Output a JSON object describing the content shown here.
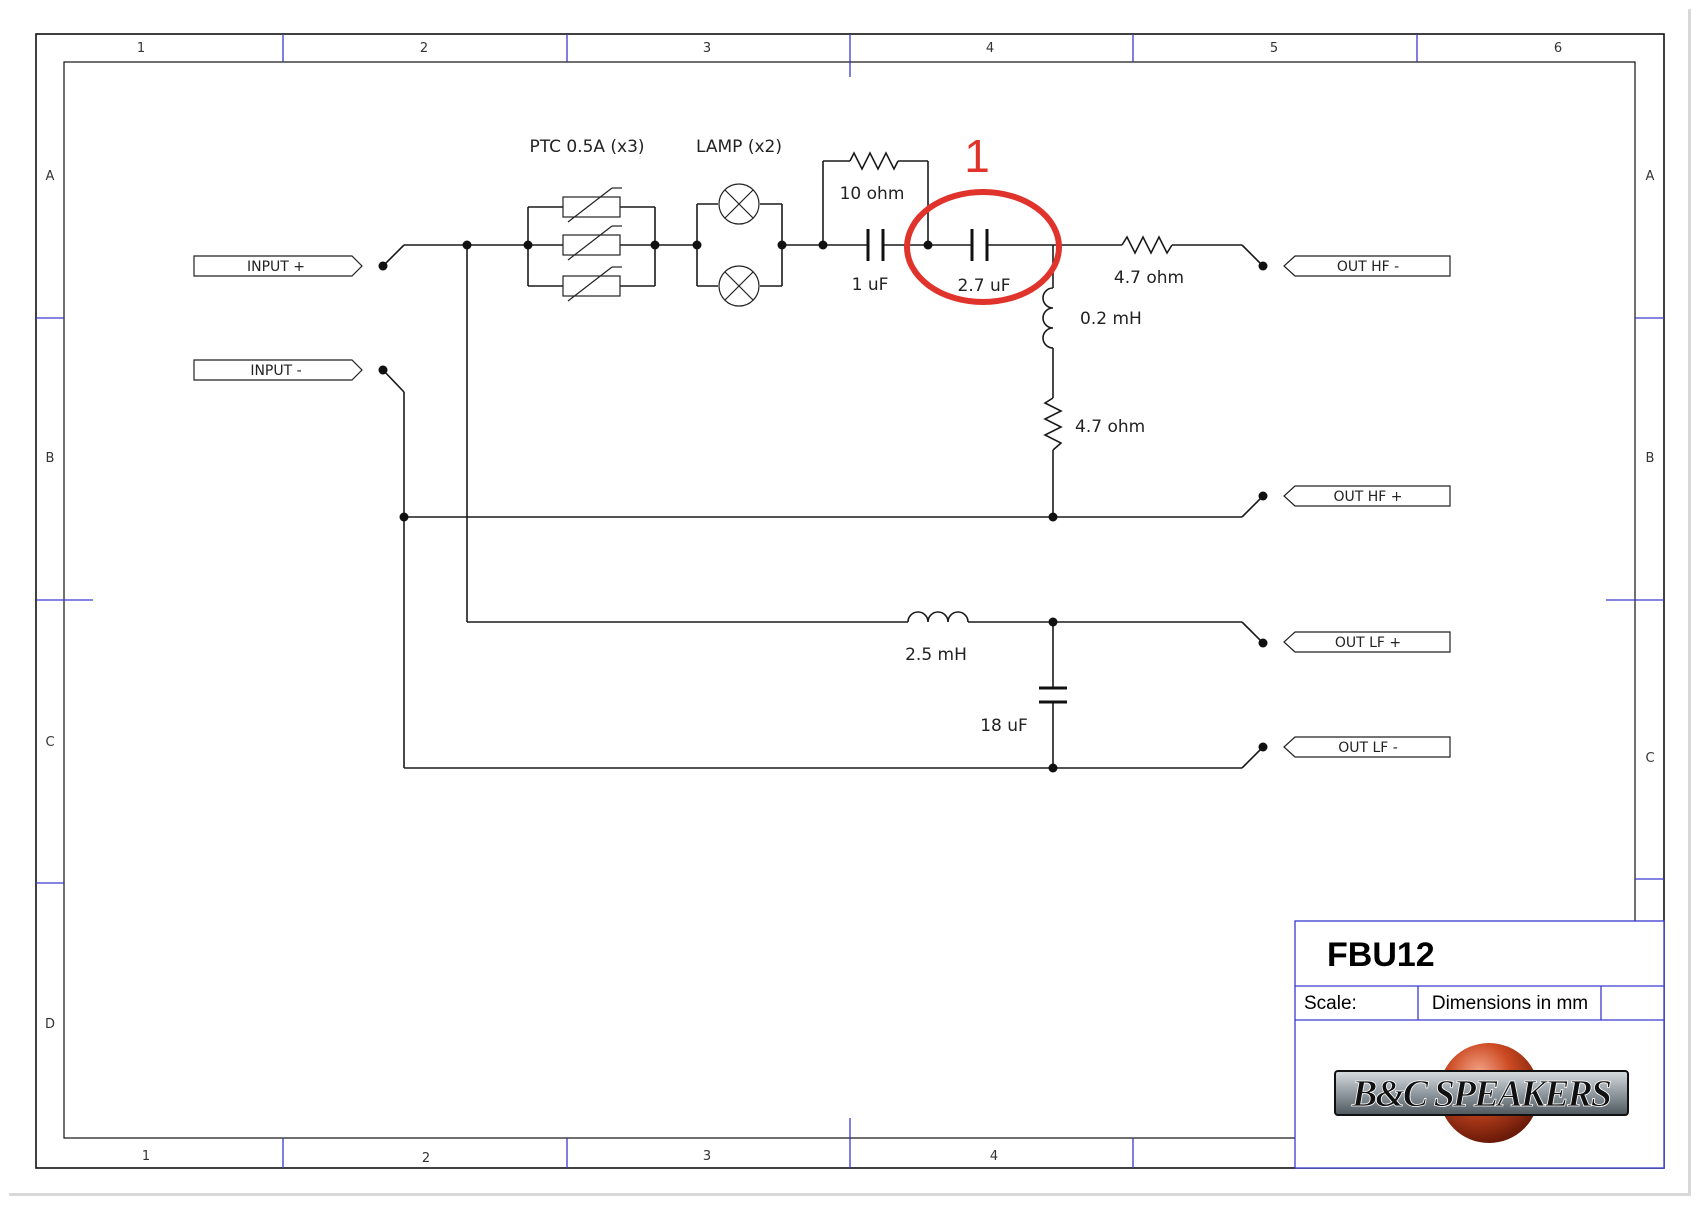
{
  "frame": {
    "columns_top": [
      "1",
      "2",
      "3",
      "4",
      "5",
      "6"
    ],
    "columns_bottom": [
      "1",
      "2",
      "3",
      "4"
    ],
    "rows_left": [
      "A",
      "B",
      "C",
      "D"
    ],
    "rows_right": [
      "A",
      "B",
      "C"
    ]
  },
  "terminals": {
    "input_plus": "INPUT +",
    "input_minus": "INPUT -",
    "out_hf_minus": "OUT HF -",
    "out_hf_plus": "OUT HF +",
    "out_lf_plus": "OUT LF +",
    "out_lf_minus": "OUT LF -"
  },
  "components": {
    "ptc": "PTC 0.5A (x3)",
    "lamp": "LAMP (x2)",
    "r_bypass": "10 ohm",
    "c1": "1 uF",
    "c2": "2.7 uF",
    "r_series_hf": "4.7 ohm",
    "l_shunt_hf": "0.2 mH",
    "r_shunt_hf": "4.7 ohm",
    "l_lf": "2.5 mH",
    "c_lf": "18 uF"
  },
  "annotation": {
    "number": "1",
    "color": "#e0332b"
  },
  "title_block": {
    "model": "FBU12",
    "scale_label": "Scale:",
    "dimensions": "Dimensions in mm",
    "logo": "B&C SPEAKERS"
  }
}
